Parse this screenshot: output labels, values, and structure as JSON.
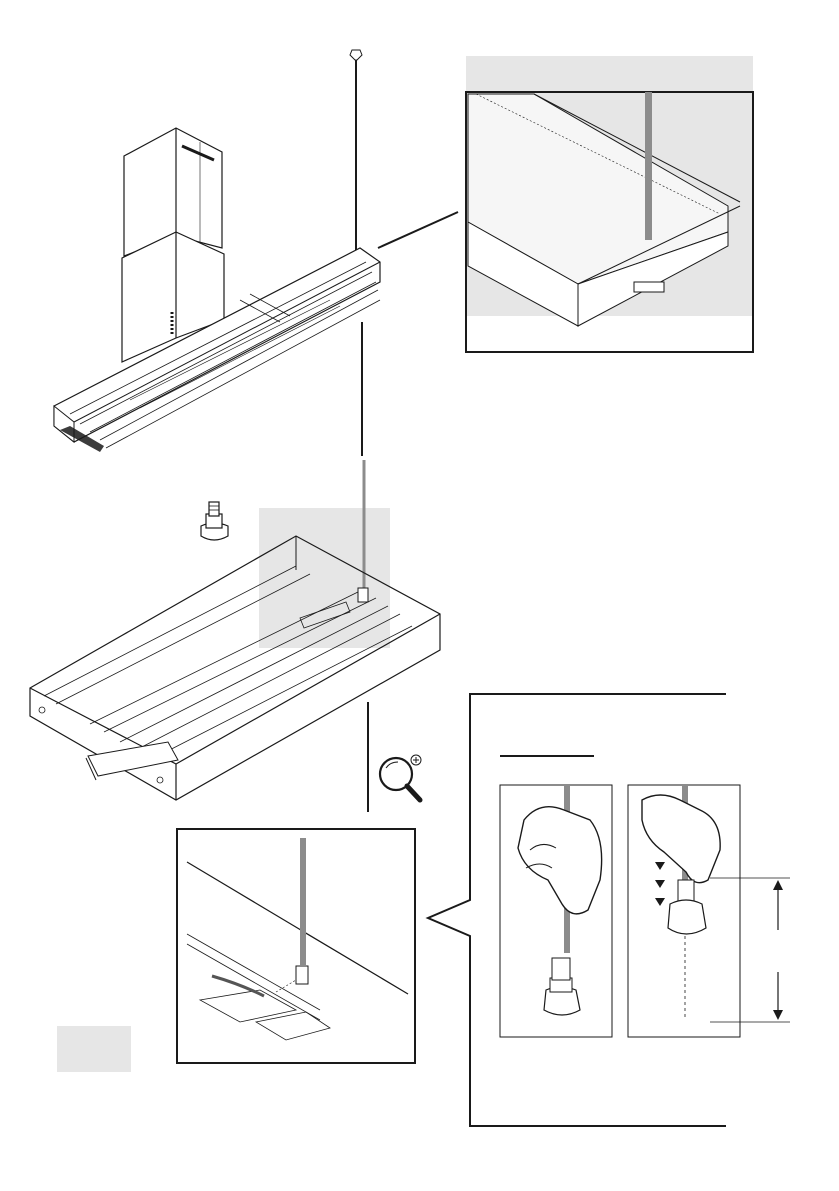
{
  "figure": {
    "kind": "assembly-illustration",
    "views": [
      "hood-assembly",
      "top-detail",
      "inner-frame",
      "cable-detail",
      "cable-steps"
    ],
    "icons": {
      "nut": "threaded-sleeve-icon",
      "zoom": "magnifier-plus-icon",
      "arrows": "down-arrow-icon",
      "measure": "double-arrow-icon"
    },
    "colors": {
      "line": "#1a1a1a",
      "shade": "#e6e6e6",
      "cable": "#8c8c8c"
    }
  }
}
